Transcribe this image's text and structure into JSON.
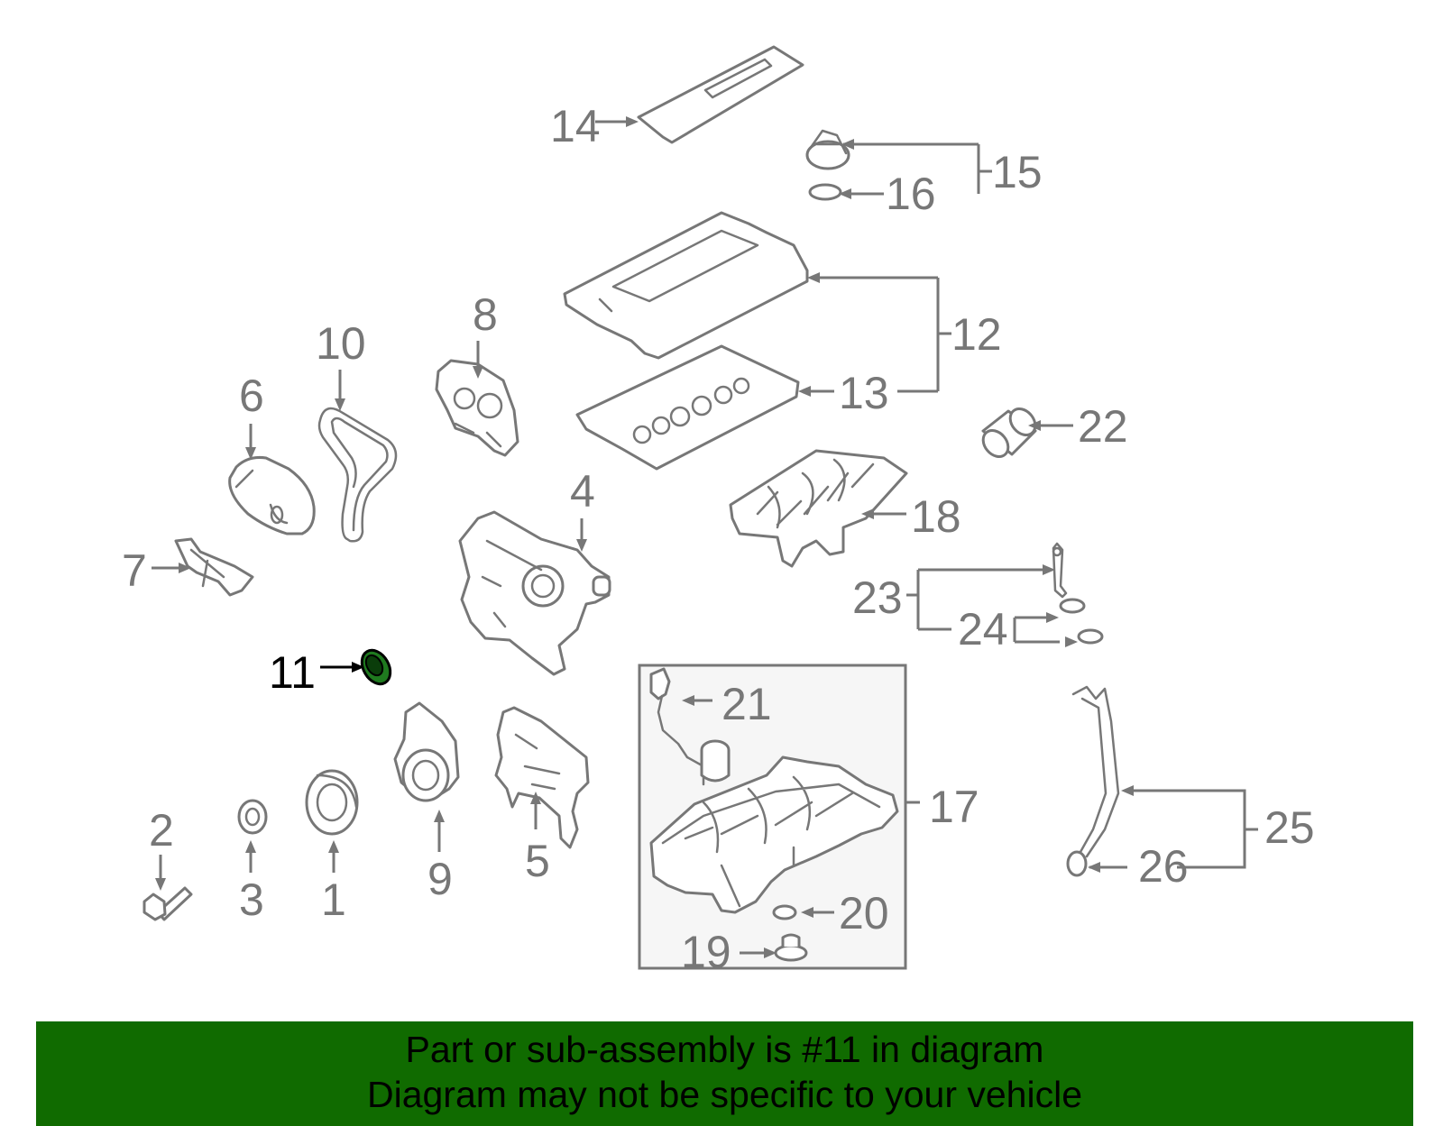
{
  "callouts": {
    "c1": "1",
    "c2": "2",
    "c3": "3",
    "c4": "4",
    "c5": "5",
    "c6": "6",
    "c7": "7",
    "c8": "8",
    "c9": "9",
    "c10": "10",
    "c11": "11",
    "c12": "12",
    "c13": "13",
    "c14": "14",
    "c15": "15",
    "c16": "16",
    "c17": "17",
    "c18": "18",
    "c19": "19",
    "c20": "20",
    "c21": "21",
    "c22": "22",
    "c23": "23",
    "c24": "24",
    "c25": "25",
    "c26": "26"
  },
  "highlighted_part": "11",
  "banner": {
    "line1": "Part or sub-assembly is #11 in diagram",
    "line2": "Diagram may not be specific to your vehicle"
  },
  "colors": {
    "banner_background": "#106b00",
    "line_art": "#777777",
    "highlight": "#000000",
    "highlight_part_fill": "#1f7a1f"
  }
}
